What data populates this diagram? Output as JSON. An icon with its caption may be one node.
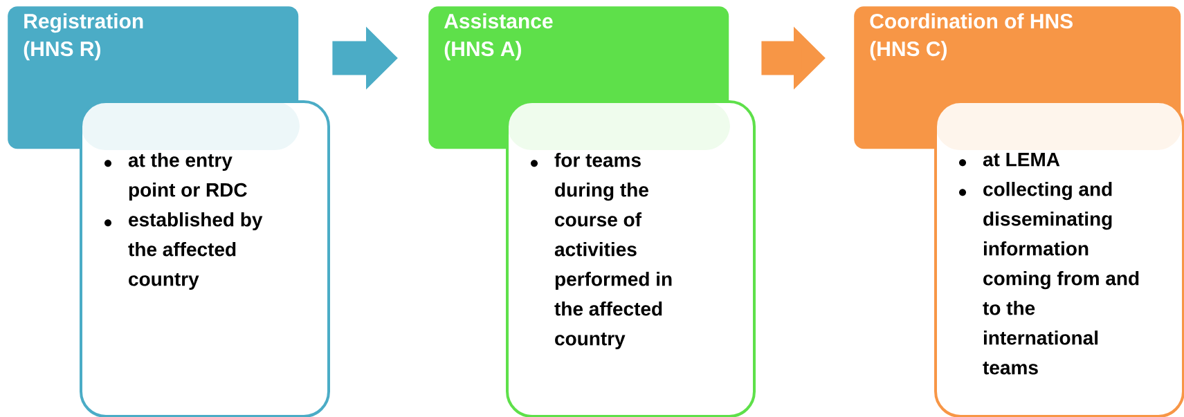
{
  "diagram": {
    "nodes": [
      {
        "text": [
          "Registration (HNS R)"
        ]
      },
      {
        "text": [
          "at the entry point or RDC",
          "established by the affected country"
        ]
      },
      {
        "text": [
          "Assistance (HNS A)"
        ]
      },
      {
        "text": [
          "for teams during the course of activities performed in the affected country"
        ]
      },
      {
        "text": [
          "Coordination of HNS (HNS C)"
        ]
      },
      {
        "text": [
          "at LEMA",
          "collecting and disseminating information coming from and to the international teams"
        ]
      }
    ],
    "edges": [
      {
        "from": 0,
        "to": 2,
        "arrow": "to",
        "color": "#4bacc6"
      },
      {
        "from": 2,
        "to": 4,
        "arrow": "to",
        "color": "#f79646"
      }
    ]
  }
}
